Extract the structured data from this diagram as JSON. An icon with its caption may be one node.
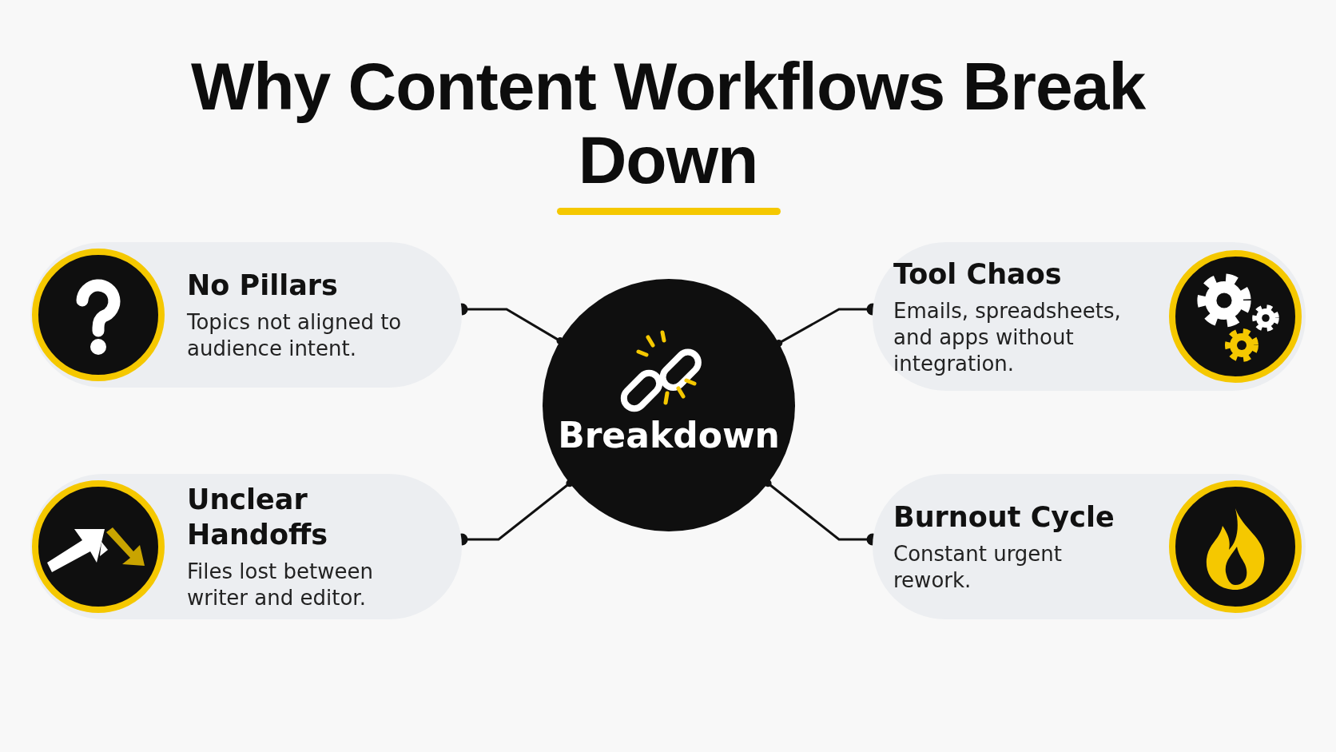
{
  "diagram": {
    "title": "Why Content Workflows Break Down",
    "nodes": [
      {
        "text": [
          "No Pillars",
          "Topics not aligned to audience intent."
        ]
      },
      {
        "text": [
          "Tool Chaos",
          "Emails, spreadsheets, and apps without integration."
        ]
      },
      {
        "text": [
          "Breakdown"
        ]
      },
      {
        "text": [
          "Unclear Handoffs",
          "Files lost between writer and editor."
        ]
      },
      {
        "text": [
          "Burnout Cycle",
          "Constant urgent rework."
        ]
      }
    ],
    "edges": [
      {
        "from": 2,
        "to": 0,
        "arrow": "other"
      },
      {
        "from": 2,
        "to": 1,
        "arrow": "other"
      },
      {
        "from": 2,
        "to": 3,
        "arrow": "other"
      },
      {
        "from": 2,
        "to": 4,
        "arrow": "other"
      }
    ]
  }
}
